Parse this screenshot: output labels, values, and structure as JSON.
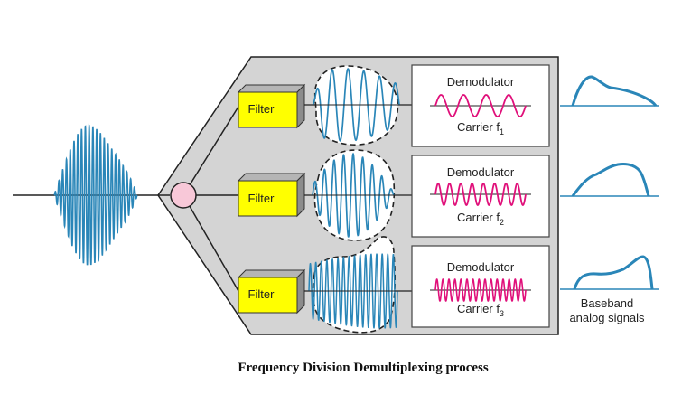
{
  "caption": "Frequency Division Demultiplexing process",
  "channels": [
    {
      "filter_label": "Filter",
      "demod_label": "Demodulator",
      "carrier_label": "Carrier f",
      "carrier_sub": "1"
    },
    {
      "filter_label": "Filter",
      "demod_label": "Demodulator",
      "carrier_label": "Carrier f",
      "carrier_sub": "2"
    },
    {
      "filter_label": "Filter",
      "demod_label": "Demodulator",
      "carrier_label": "Carrier f",
      "carrier_sub": "3"
    }
  ],
  "output_label_line1": "Baseband",
  "output_label_line2": "analog signals",
  "colors": {
    "panel": "#d4d4d4",
    "filter": "#ffff00",
    "splitter": "#f8c8d8",
    "wave": "#2a86b8",
    "carrier": "#e0107a",
    "baseband": "#2a86b8"
  }
}
